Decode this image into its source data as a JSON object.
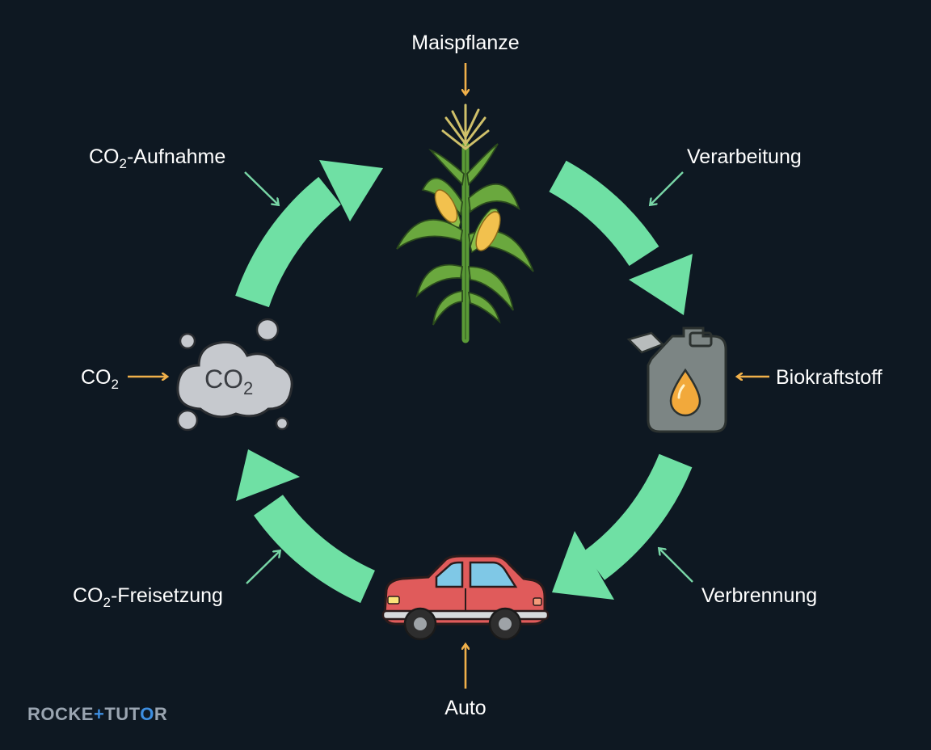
{
  "diagram": {
    "nodes": {
      "plant": {
        "label": "Maispflanze"
      },
      "fuel": {
        "label": "Biokraftstoff"
      },
      "car": {
        "label": "Auto"
      },
      "co2": {
        "label_main": "CO",
        "label_sub": "2",
        "cloud_main": "CO",
        "cloud_sub": "2"
      }
    },
    "edges": {
      "processing": {
        "label": "Verarbeitung"
      },
      "combustion": {
        "label": "Verbrennung"
      },
      "release": {
        "label_pre": "CO",
        "label_sub": "2",
        "label_post": "-Freisetzung"
      },
      "uptake": {
        "label_pre": "CO",
        "label_sub": "2",
        "label_post": "-Aufnahme"
      }
    }
  },
  "brand": {
    "part1": "ROCKE",
    "part2": "+",
    "part3": "TUT",
    "part4": "O",
    "part5": "R"
  },
  "colors": {
    "background": "#0e1822",
    "cycle_arrow": "#6fe0a4",
    "label_arrow_orange": "#f0b04a",
    "label_arrow_green": "#78d6a6",
    "car": "#e05b5b",
    "canister": "#7c8584",
    "fuel_drop": "#f2a93b",
    "cloud": "#c6c9ce"
  }
}
